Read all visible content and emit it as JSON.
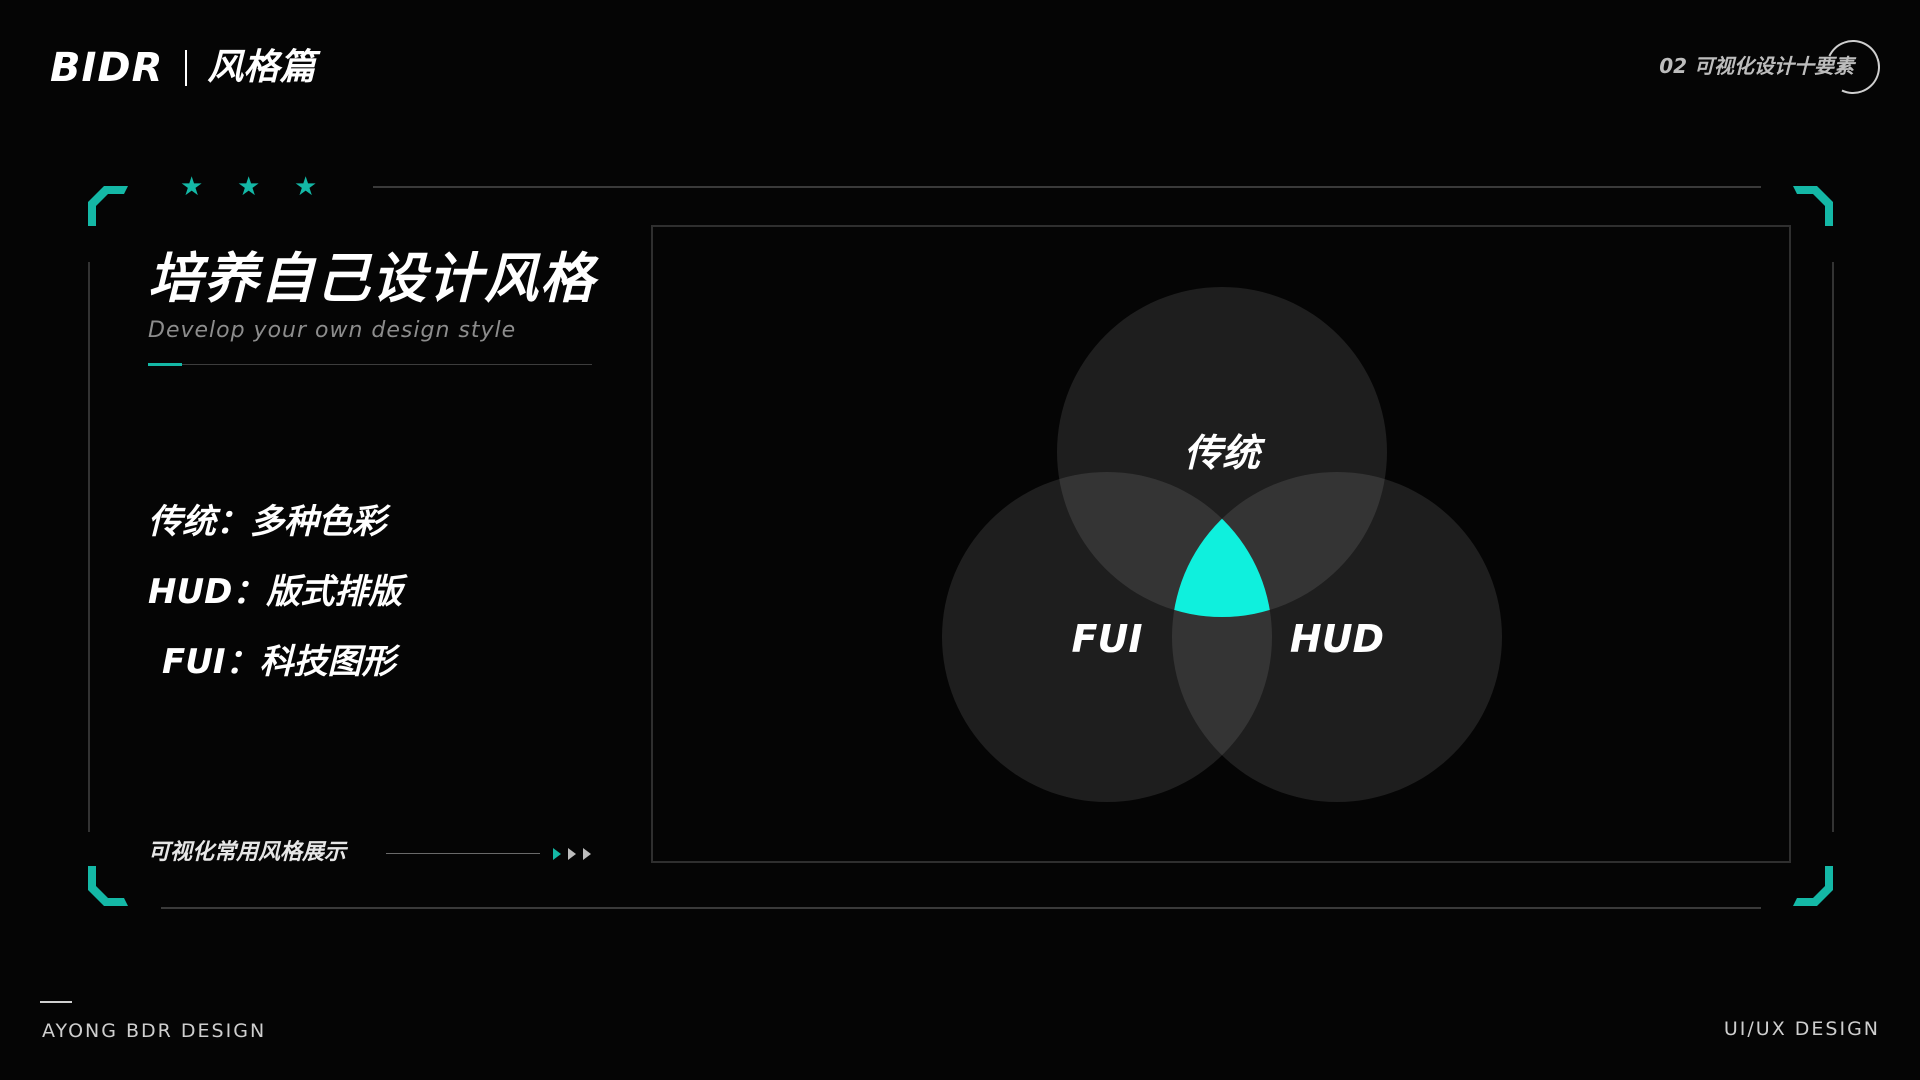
{
  "header": {
    "logo": "BIDR",
    "section": "风格篇",
    "chapter": "02  可视化设计十要素"
  },
  "panel": {
    "title": "培养自己设计风格",
    "subtitle": "Develop your own design style",
    "bullets": [
      "传统：多种色彩",
      "HUD：版式排版",
      "FUI：科技图形"
    ],
    "caption": "可视化常用风格展示"
  },
  "diagram": {
    "sets": [
      {
        "label": "传统"
      },
      {
        "label": "FUI"
      },
      {
        "label": "HUD"
      }
    ],
    "intersection_color": "#0ff0dd"
  },
  "footer": {
    "left": "AYONG BDR DESIGN",
    "right": "UI/UX DESIGN"
  },
  "colors": {
    "accent": "#14b8a6",
    "background": "#050505"
  }
}
